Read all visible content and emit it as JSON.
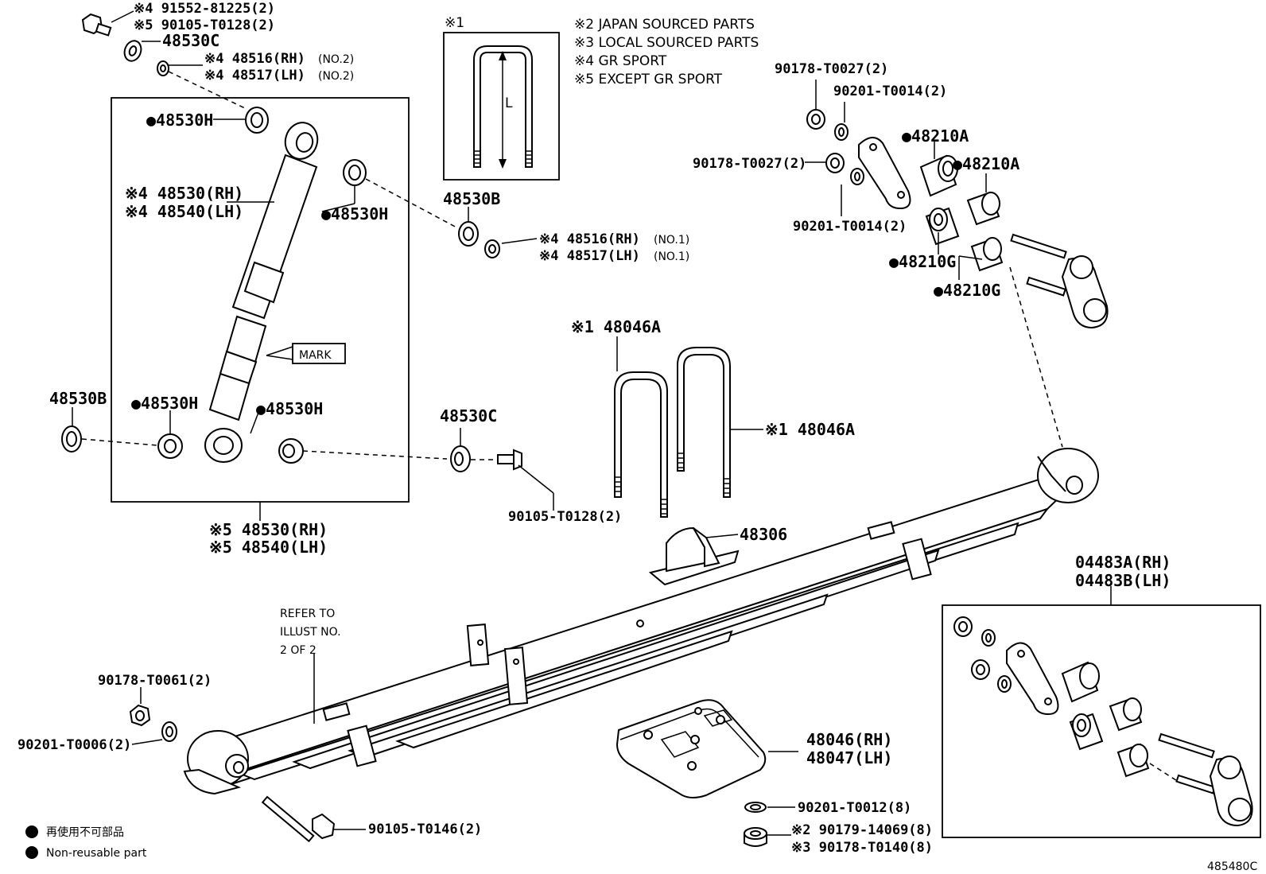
{
  "legend_notes": [
    "※2 JAPAN SOURCED PARTS",
    "※3 LOCAL SOURCED PARTS",
    "※4 GR SPORT",
    "※5 EXCEPT GR SPORT"
  ],
  "inset_marker": "※1",
  "inset_dimension": "L",
  "mark_label": "MARK",
  "refer_note": [
    "REFER TO",
    "ILLUST NO.",
    "2 OF 2"
  ],
  "nonreusable_jp": "再使用不可部品",
  "nonreusable_en": "Non-reusable part",
  "figure_id": "485480C",
  "callouts": {
    "p1a": "※4 91552-81225(2)",
    "p1b": "※5 90105-T0128(2)",
    "p2": "48530C",
    "p3a": "※4 48516(RH)",
    "p3a_sub": "(NO.2)",
    "p3b": "※4 48517(LH)",
    "p3b_sub": "(NO.2)",
    "p4": "●48530H",
    "p5a": "※4 48530(RH)",
    "p5b": "※4 48540(LH)",
    "p6": "●48530H",
    "p7": "48530B",
    "p8a": "※4 48516(RH)",
    "p8a_sub": "(NO.1)",
    "p8b": "※4 48517(LH)",
    "p8b_sub": "(NO.1)",
    "p9": "48530B",
    "p10": "●48530H",
    "p11": "●48530H",
    "p12": "48530C",
    "p13": "90105-T0128(2)",
    "p14a": "※5 48530(RH)",
    "p14b": "※5 48540(LH)",
    "p15": "※1 48046A",
    "p16": "※1 48046A",
    "p17": "48306",
    "p18": "90178-T0027(2)",
    "p19": "90201-T0014(2)",
    "p20": "90178-T0027(2)",
    "p21": "90201-T0014(2)",
    "p22": "●48210A",
    "p23": "●48210A",
    "p24": "●48210G",
    "p25": "●48210G",
    "p26a": "04483A(RH)",
    "p26b": "04483B(LH)",
    "p27": "90178-T0061(2)",
    "p28": "90201-T0006(2)",
    "p29": "90105-T0146(2)",
    "p30a": "48046(RH)",
    "p30b": "48047(LH)",
    "p31": "90201-T0012(8)",
    "p32a": "※2 90179-14069(8)",
    "p32b": "※3 90178-T0140(8)"
  }
}
